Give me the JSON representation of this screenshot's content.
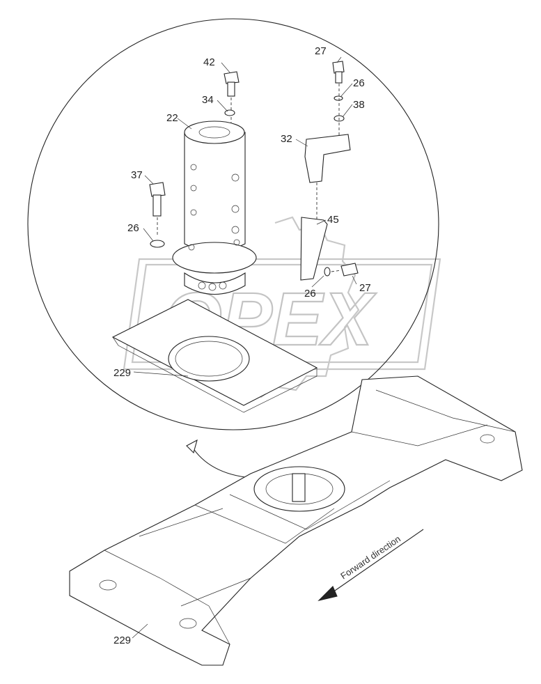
{
  "watermark": "OPEX",
  "direction_label": "Forward direction",
  "callouts": [
    {
      "id": "42",
      "text": "42"
    },
    {
      "id": "34",
      "text": "34"
    },
    {
      "id": "22",
      "text": "22"
    },
    {
      "id": "27a",
      "text": "27"
    },
    {
      "id": "26a",
      "text": "26"
    },
    {
      "id": "38",
      "text": "38"
    },
    {
      "id": "32",
      "text": "32"
    },
    {
      "id": "37",
      "text": "37"
    },
    {
      "id": "26b",
      "text": "26"
    },
    {
      "id": "45",
      "text": "45"
    },
    {
      "id": "26c",
      "text": "26"
    },
    {
      "id": "27b",
      "text": "27"
    },
    {
      "id": "229a",
      "text": "229"
    },
    {
      "id": "229b",
      "text": "229"
    }
  ]
}
